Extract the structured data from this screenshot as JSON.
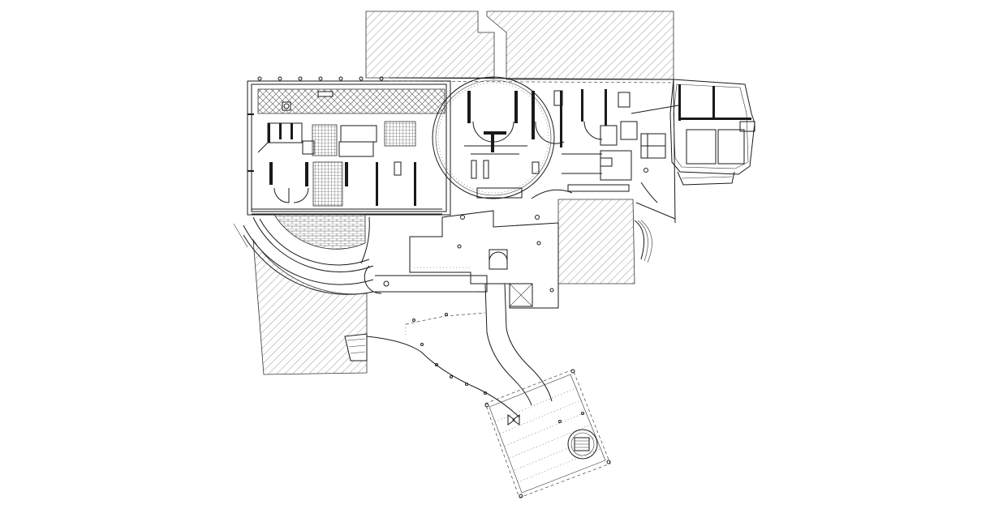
{
  "drawing": {
    "type": "architectural floor plan",
    "background": "#ffffff",
    "line_color": "#1a1a1a",
    "regions": [
      {
        "id": "north-hatched-block-left",
        "fill": "hatched"
      },
      {
        "id": "north-hatched-block-right",
        "fill": "hatched"
      },
      {
        "id": "west-wing",
        "fill": "walls"
      },
      {
        "id": "west-terrace-crosshatch",
        "fill": "crosshatch"
      },
      {
        "id": "central-rotunda",
        "fill": "walls"
      },
      {
        "id": "east-wing",
        "fill": "walls"
      },
      {
        "id": "amphitheater",
        "fill": "brick"
      },
      {
        "id": "southwest-hatched-lot",
        "fill": "hatched"
      },
      {
        "id": "southeast-hatched-lot",
        "fill": "hatched"
      },
      {
        "id": "entrance-court",
        "fill": "open"
      },
      {
        "id": "curved-ramp",
        "fill": "open"
      },
      {
        "id": "pavilion-deck",
        "fill": "dashed-grid"
      },
      {
        "id": "spiral-stair",
        "fill": "walls"
      }
    ]
  }
}
